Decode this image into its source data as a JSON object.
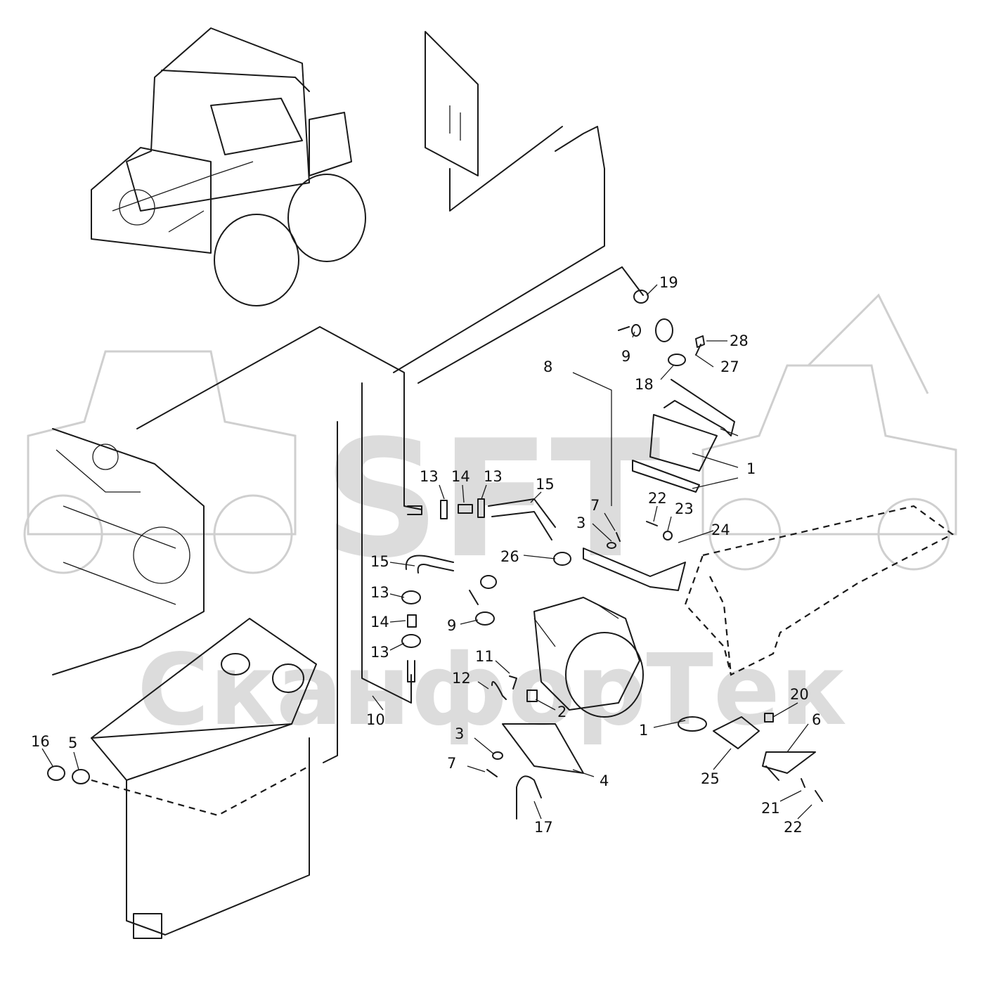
{
  "watermark": {
    "logo_text": "SFT",
    "company_text": "СканфорТек",
    "color": "#dcdcdc"
  },
  "callouts": [
    {
      "id": "c19",
      "label": "19"
    },
    {
      "id": "c28",
      "label": "28"
    },
    {
      "id": "c9a",
      "label": "9"
    },
    {
      "id": "c27",
      "label": "27"
    },
    {
      "id": "c8",
      "label": "8"
    },
    {
      "id": "c18",
      "label": "18"
    },
    {
      "id": "c1a",
      "label": "1"
    },
    {
      "id": "c13a",
      "label": "13"
    },
    {
      "id": "c14a",
      "label": "14"
    },
    {
      "id": "c13b",
      "label": "13"
    },
    {
      "id": "c15a",
      "label": "15"
    },
    {
      "id": "c7a",
      "label": "7"
    },
    {
      "id": "c22a",
      "label": "22"
    },
    {
      "id": "c23",
      "label": "23"
    },
    {
      "id": "c3a",
      "label": "3"
    },
    {
      "id": "c24",
      "label": "24"
    },
    {
      "id": "c15b",
      "label": "15"
    },
    {
      "id": "c26",
      "label": "26"
    },
    {
      "id": "c13c",
      "label": "13"
    },
    {
      "id": "c14b",
      "label": "14"
    },
    {
      "id": "c9b",
      "label": "9"
    },
    {
      "id": "c13d",
      "label": "13"
    },
    {
      "id": "c11",
      "label": "11"
    },
    {
      "id": "c12",
      "label": "12"
    },
    {
      "id": "c2",
      "label": "2"
    },
    {
      "id": "c20",
      "label": "20"
    },
    {
      "id": "c6",
      "label": "6"
    },
    {
      "id": "c10",
      "label": "10"
    },
    {
      "id": "c1b",
      "label": "1"
    },
    {
      "id": "c3b",
      "label": "3"
    },
    {
      "id": "c16",
      "label": "16"
    },
    {
      "id": "c5",
      "label": "5"
    },
    {
      "id": "c25",
      "label": "25"
    },
    {
      "id": "c7b",
      "label": "7"
    },
    {
      "id": "c4",
      "label": "4"
    },
    {
      "id": "c21",
      "label": "21"
    },
    {
      "id": "c17",
      "label": "17"
    },
    {
      "id": "c22b",
      "label": "22"
    }
  ]
}
